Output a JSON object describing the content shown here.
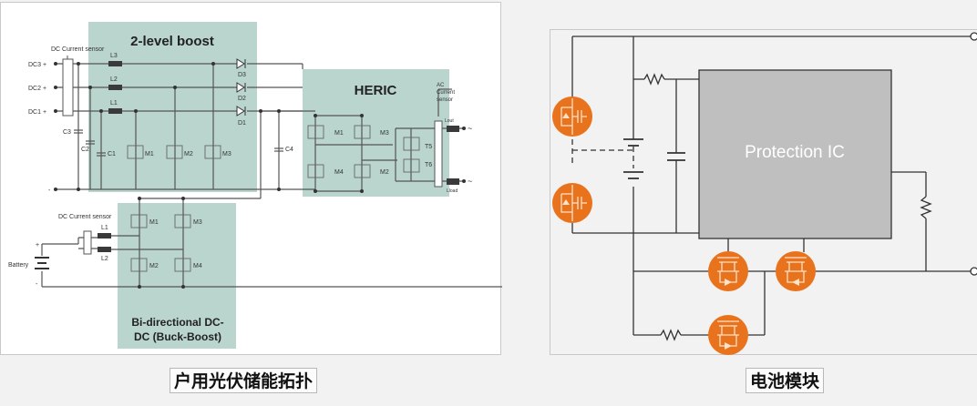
{
  "left_diagram": {
    "blocks": {
      "boost": "2-level boost",
      "heric": "HERIC",
      "bidir_line1": "Bi-directional DC-",
      "bidir_line2": "DC (Buck-Boost)"
    },
    "labels": {
      "dc_sensor_top": "DC Current sensor",
      "dc_sensor_bottom": "DC Current sensor",
      "dc3": "DC3 +",
      "dc2": "DC2 +",
      "dc1": "DC1 +",
      "minus_top": "-",
      "L3": "L3",
      "L2": "L2",
      "L1": "L1",
      "D3": "D3",
      "D2": "D2",
      "D1": "D1",
      "C1": "C1",
      "C2": "C2",
      "C3": "C3",
      "C4": "C4",
      "boost_M1": "M1",
      "boost_M2": "M2",
      "boost_M3": "M3",
      "heric_M1": "M1",
      "heric_M2": "M2",
      "heric_M3": "M3",
      "heric_M4": "M4",
      "T5": "T5",
      "T6": "T6",
      "ac_sensor_1": "AC",
      "ac_sensor_2": "Current",
      "ac_sensor_3": "sensor",
      "lout": "Lout",
      "lload": "Lload",
      "bat_plus": "+",
      "bat_minus": "-",
      "battery": "Battery",
      "bd_L1": "L1",
      "bd_L2": "L2",
      "bd_M1": "M1",
      "bd_M2": "M2",
      "bd_M3": "M3",
      "bd_M4": "M4",
      "tilde1": "~",
      "tilde2": "~"
    },
    "colors": {
      "block_fill": "#b9d5cd",
      "wire": "#555555"
    }
  },
  "right_diagram": {
    "ic_label": "Protection IC",
    "colors": {
      "mosfet": "#e8731c",
      "ic_fill": "#bfbfbf",
      "wire": "#333333"
    }
  },
  "captions": {
    "left": "户用光伏储能拓扑",
    "right": "电池模块"
  }
}
